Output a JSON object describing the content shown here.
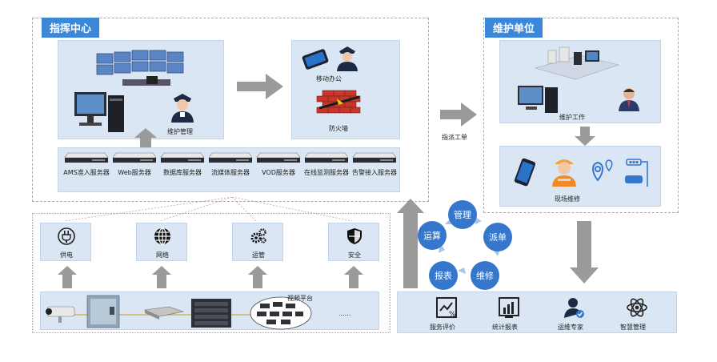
{
  "command_center": {
    "title": "指挥中心",
    "maintenance_label": "维护管理",
    "mobile_label": "移动办公",
    "firewall_label": "防火墙",
    "servers": [
      "AMS准入服务器",
      "Web服务器",
      "数据库服务器",
      "流媒体服务器",
      "VOD服务器",
      "在线监测服务器",
      "告警接入服务器"
    ]
  },
  "dispatch_label": "指派工单",
  "maintenance_unit": {
    "title": "维护单位",
    "work_label": "维护工作",
    "field_label": "现场维修"
  },
  "infra": [
    {
      "label": "供电",
      "icon": "plug-icon"
    },
    {
      "label": "网络",
      "icon": "globe-icon"
    },
    {
      "label": "运管",
      "icon": "gears-icon"
    },
    {
      "label": "安全",
      "icon": "shield-icon"
    }
  ],
  "devices": {
    "video_platform_label": "视频平台",
    "ellipsis": "......"
  },
  "cycle": [
    "管理",
    "派单",
    "维修",
    "报表",
    "运算"
  ],
  "services": [
    {
      "label": "服务评价",
      "icon": "evaluation-icon"
    },
    {
      "label": "统计报表",
      "icon": "bar-chart-icon"
    },
    {
      "label": "运维专家",
      "icon": "expert-icon"
    },
    {
      "label": "智慧管理",
      "icon": "atom-icon"
    }
  ],
  "colors": {
    "accent": "#3d87d9",
    "panel": "#dae6f4",
    "arrow": "#9a9a9a",
    "circle": "#3577cc"
  }
}
